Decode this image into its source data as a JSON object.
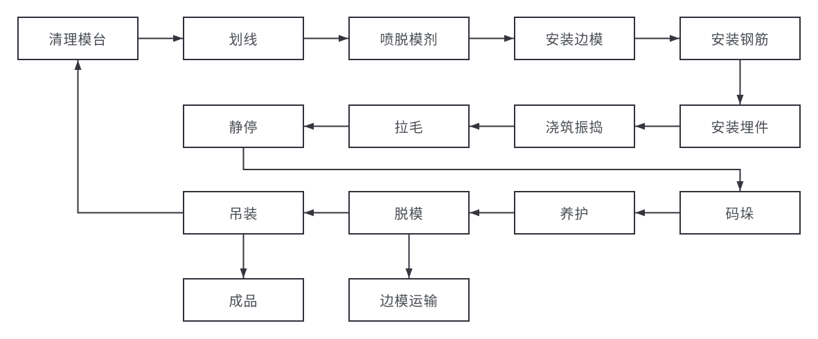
{
  "diagram": {
    "type": "flowchart",
    "background": "#ffffff",
    "colors": {
      "box_border": "#2f313a",
      "box_fill": "#ffffff",
      "label_text": "#4a4e54",
      "arrow": "#34353d"
    },
    "nodes": [
      {
        "id": "clean-mold-table",
        "label": "清理模台",
        "col": 1,
        "row": 1
      },
      {
        "id": "marking",
        "label": "划线",
        "col": 2,
        "row": 1
      },
      {
        "id": "spray-release-agent",
        "label": "喷脱模剂",
        "col": 3,
        "row": 1
      },
      {
        "id": "install-side-molds",
        "label": "安装边模",
        "col": 4,
        "row": 1
      },
      {
        "id": "install-rebar",
        "label": "安装钢筋",
        "col": 5,
        "row": 1
      },
      {
        "id": "static-rest",
        "label": "静停",
        "col": 2,
        "row": 2
      },
      {
        "id": "roughening",
        "label": "拉毛",
        "col": 3,
        "row": 2
      },
      {
        "id": "pour-vibrate",
        "label": "浇筑振捣",
        "col": 4,
        "row": 2
      },
      {
        "id": "install-embeds",
        "label": "安装埋件",
        "col": 5,
        "row": 2
      },
      {
        "id": "hoisting",
        "label": "吊装",
        "col": 2,
        "row": 3
      },
      {
        "id": "demolding",
        "label": "脱模",
        "col": 3,
        "row": 3
      },
      {
        "id": "curing",
        "label": "养护",
        "col": 4,
        "row": 3
      },
      {
        "id": "stacking",
        "label": "码垛",
        "col": 5,
        "row": 3
      },
      {
        "id": "finished-product",
        "label": "成品",
        "col": 2,
        "row": 4
      },
      {
        "id": "side-mold-transport",
        "label": "边模运输",
        "col": 3,
        "row": 4
      }
    ],
    "edges": [
      {
        "from": "clean-mold-table",
        "to": "marking"
      },
      {
        "from": "marking",
        "to": "spray-release-agent"
      },
      {
        "from": "spray-release-agent",
        "to": "install-side-molds"
      },
      {
        "from": "install-side-molds",
        "to": "install-rebar"
      },
      {
        "from": "install-rebar",
        "to": "install-embeds"
      },
      {
        "from": "install-embeds",
        "to": "pour-vibrate"
      },
      {
        "from": "pour-vibrate",
        "to": "roughening"
      },
      {
        "from": "roughening",
        "to": "static-rest"
      },
      {
        "from": "static-rest",
        "to": "stacking"
      },
      {
        "from": "stacking",
        "to": "curing"
      },
      {
        "from": "curing",
        "to": "demolding"
      },
      {
        "from": "demolding",
        "to": "hoisting"
      },
      {
        "from": "hoisting",
        "to": "clean-mold-table"
      },
      {
        "from": "hoisting",
        "to": "finished-product"
      },
      {
        "from": "demolding",
        "to": "side-mold-transport"
      }
    ]
  }
}
